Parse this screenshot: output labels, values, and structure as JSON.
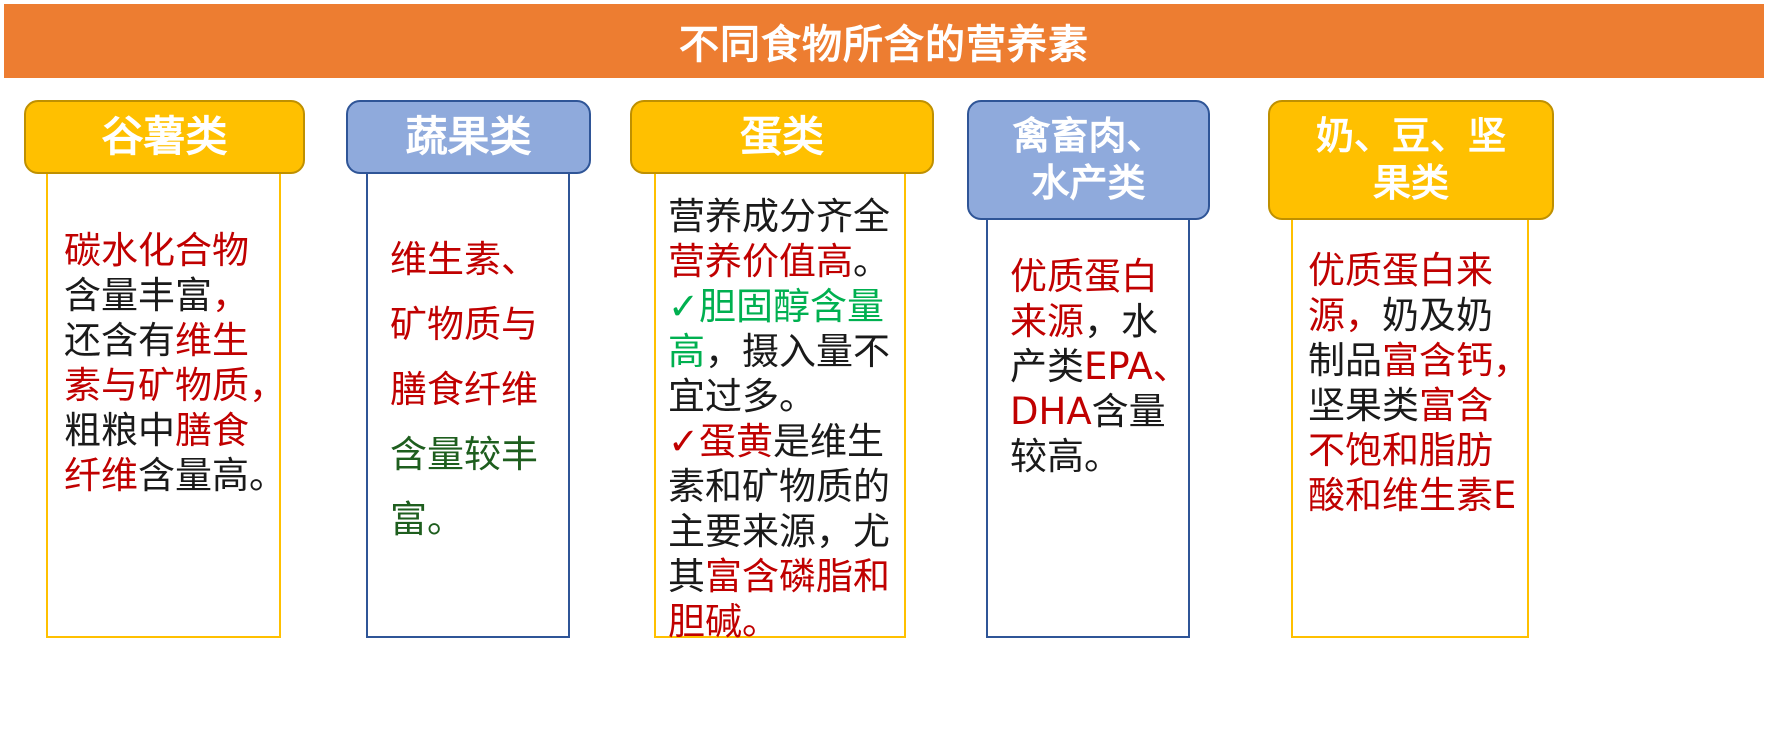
{
  "banner": {
    "title": "不同食物所含的营养素",
    "color": "#ED7D31"
  },
  "colors": {
    "yellow_header": "#FFC000",
    "yellow_border": "#BF9000",
    "blue_header": "#8FAADC",
    "blue_border": "#2F5597",
    "black": "#1a1a1a",
    "red": "#C00000",
    "green": "#00B050",
    "dark_green": "#1E5E1E"
  },
  "columns": [
    {
      "header": [
        "谷薯类"
      ],
      "lines": [
        [
          {
            "t": "碳水化合物",
            "c": "red"
          }
        ],
        [
          {
            "t": "含量丰富",
            "c": "black"
          },
          {
            "t": "，",
            "c": "red"
          }
        ],
        [
          {
            "t": "还含有",
            "c": "black"
          },
          {
            "t": "维生",
            "c": "red"
          }
        ],
        [
          {
            "t": "素与矿物质，",
            "c": "red"
          }
        ],
        [
          {
            "t": "粗粮中",
            "c": "black"
          },
          {
            "t": "膳食",
            "c": "red"
          }
        ],
        [
          {
            "t": "纤维",
            "c": "red"
          },
          {
            "t": "含量高。",
            "c": "black"
          }
        ]
      ]
    },
    {
      "header": [
        "蔬果类"
      ],
      "lines": [
        [
          {
            "t": "维生素、",
            "c": "red"
          }
        ],
        [
          {
            "t": "矿物质与",
            "c": "red"
          }
        ],
        [
          {
            "t": "膳食纤维",
            "c": "red"
          }
        ],
        [
          {
            "t": "含量较丰",
            "c": "darkgreen"
          }
        ],
        [
          {
            "t": "富。",
            "c": "darkgreen"
          }
        ]
      ]
    },
    {
      "header": [
        "蛋类"
      ],
      "lines": [
        [
          {
            "t": "营养成分齐全",
            "c": "black"
          }
        ],
        [
          {
            "t": "营养价值高",
            "c": "red"
          },
          {
            "t": "。",
            "c": "black"
          }
        ],
        [
          {
            "t": "✓胆固醇含量",
            "c": "green"
          }
        ],
        [
          {
            "t": "高",
            "c": "green"
          },
          {
            "t": "，摄入量不",
            "c": "black"
          }
        ],
        [
          {
            "t": "宜过多。",
            "c": "black"
          }
        ],
        [
          {
            "t": "✓蛋黄",
            "c": "red"
          },
          {
            "t": "是维生",
            "c": "black"
          }
        ],
        [
          {
            "t": "素和矿物质的",
            "c": "black"
          }
        ],
        [
          {
            "t": "主要来源，尤",
            "c": "black"
          }
        ],
        [
          {
            "t": "其",
            "c": "black"
          },
          {
            "t": "富含磷脂和",
            "c": "red"
          }
        ],
        [
          {
            "t": "胆碱。",
            "c": "red"
          }
        ]
      ]
    },
    {
      "header": [
        "禽畜肉、",
        "水产类"
      ],
      "lines": [
        [
          {
            "t": "优质蛋白",
            "c": "red"
          }
        ],
        [
          {
            "t": "来源",
            "c": "red"
          },
          {
            "t": "，水",
            "c": "black"
          }
        ],
        [
          {
            "t": "产类",
            "c": "black"
          },
          {
            "t": "EPA、",
            "c": "red"
          }
        ],
        [
          {
            "t": "DHA",
            "c": "red"
          },
          {
            "t": "含量",
            "c": "black"
          }
        ],
        [
          {
            "t": "较高。",
            "c": "black"
          }
        ]
      ]
    },
    {
      "header": [
        "奶、豆、坚",
        "果类"
      ],
      "lines": [
        [
          {
            "t": "优质蛋白来",
            "c": "red"
          }
        ],
        [
          {
            "t": "源，",
            "c": "red"
          },
          {
            "t": "奶及奶",
            "c": "black"
          }
        ],
        [
          {
            "t": "制品",
            "c": "black"
          },
          {
            "t": "富含钙，",
            "c": "red"
          }
        ],
        [
          {
            "t": "坚果类",
            "c": "black"
          },
          {
            "t": "富含",
            "c": "red"
          }
        ],
        [
          {
            "t": "不饱和脂肪",
            "c": "red"
          }
        ],
        [
          {
            "t": "酸和维生素E",
            "c": "red"
          }
        ]
      ]
    }
  ]
}
